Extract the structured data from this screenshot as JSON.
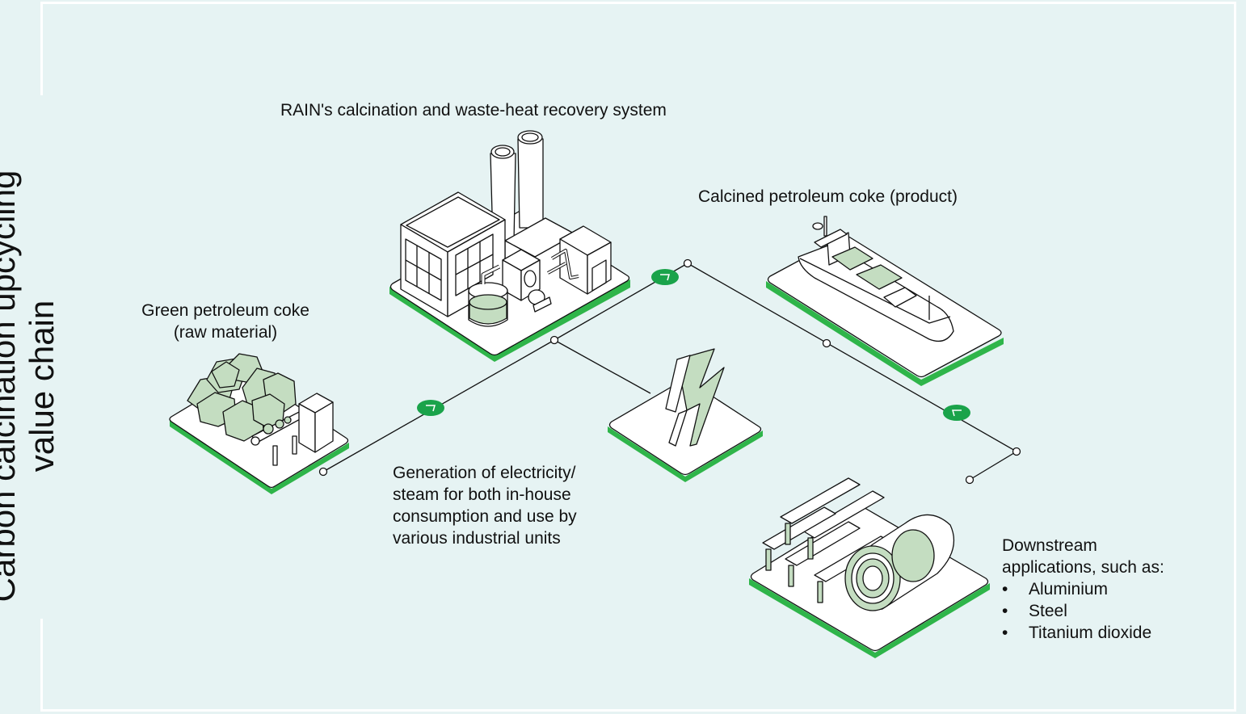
{
  "title": {
    "line1": "Carbon calcination upcycling",
    "line2": "value chain"
  },
  "nodes": {
    "raw_material": {
      "line1": "Green petroleum coke",
      "line2": "(raw material)",
      "icon": "coke-pile-conveyor-icon"
    },
    "calcination": {
      "label": "RAIN's calcination and waste-heat recovery system",
      "icon": "factory-icon"
    },
    "electricity": {
      "lines": [
        "Generation of electricity/",
        "steam for both in-house",
        "consumption and use by",
        "various industrial units"
      ],
      "icon": "lightning-bolt-icon"
    },
    "product": {
      "label": "Calcined petroleum coke (product)",
      "icon": "cargo-ship-icon"
    },
    "downstream": {
      "line1": "Downstream",
      "line2": "applications, such as:",
      "items": [
        "Aluminium",
        "Steel",
        "Titanium dioxide"
      ],
      "icon": "steel-beams-coils-icon"
    }
  },
  "connectors": {
    "arrow_badge_icon": "arrow-badge-icon",
    "node_dot_icon": "connector-dot-icon"
  },
  "colors": {
    "background": "#e6f3f3",
    "frame": "#ffffff",
    "accent_green": "#1aa34a",
    "platform_edge": "#2fb54a",
    "light_green_fill": "#c4ddc1",
    "line": "#111111"
  }
}
